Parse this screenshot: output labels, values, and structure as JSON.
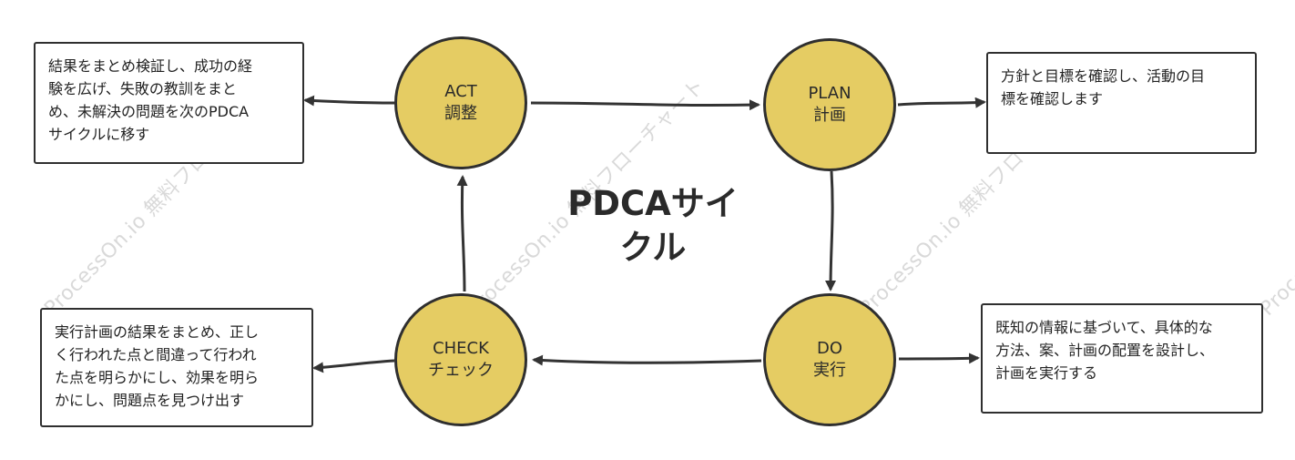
{
  "title": "PDCAサイ\nクル",
  "watermark": "ProcessOn.io 無料フローチャート",
  "colors": {
    "node_fill": "#e5cc63",
    "stroke": "#2f2f2f",
    "arrow": "#333333",
    "watermark": "#d9d9d9"
  },
  "nodes": {
    "act": {
      "line1": "ACT",
      "line2": "調整"
    },
    "plan": {
      "line1": "PLAN",
      "line2": "計画"
    },
    "do": {
      "line1": "DO",
      "line2": "実行"
    },
    "check": {
      "line1": "CHECK",
      "line2": "チェック"
    }
  },
  "boxes": {
    "act": "結果をまとめ検証し、成功の経\n験を広げ、失敗の教訓をまと\nめ、未解決の問題を次のPDCA\nサイクルに移す",
    "plan": "方針と目標を確認し、活動の目\n標を確認します",
    "do": "既知の情報に基づいて、具体的な\n方法、案、計画の配置を設計し、\n計画を実行する",
    "check": "実行計画の結果をまとめ、正し\nく行われた点と間違って行われ\nた点を明らかにし、効果を明ら\nかにし、問題点を見つけ出す"
  }
}
